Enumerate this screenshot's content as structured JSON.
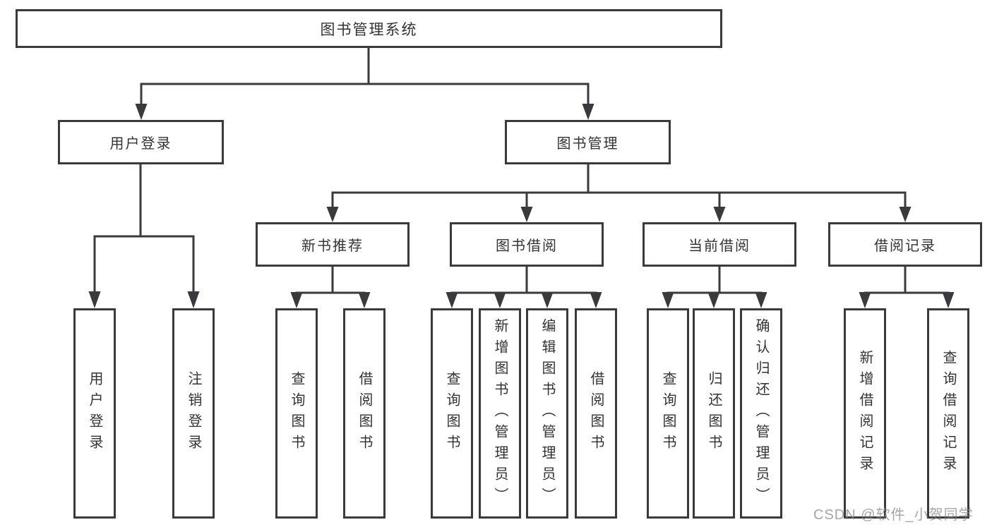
{
  "diagram": {
    "type": "org-tree",
    "colors": {
      "line": "#3a3a3e",
      "text": "#333336",
      "background": "#ffffff",
      "watermark": "#828284"
    }
  },
  "tree": {
    "root": {
      "label": "图书管理系统"
    },
    "level2": [
      {
        "label": "用户登录"
      },
      {
        "label": "图书管理"
      }
    ],
    "level3": [
      {
        "label": "新书推荐"
      },
      {
        "label": "图书借阅"
      },
      {
        "label": "当前借阅"
      },
      {
        "label": "借阅记录"
      }
    ],
    "level4": [
      {
        "label": "用户登录"
      },
      {
        "label": "注销登录"
      },
      {
        "label": "查询图书"
      },
      {
        "label": "借阅图书"
      },
      {
        "label": "查询图书"
      },
      {
        "label": "新增图书（管理员）"
      },
      {
        "label": "编辑图书（管理员）"
      },
      {
        "label": "借阅图书"
      },
      {
        "label": "查询图书"
      },
      {
        "label": "归还图书"
      },
      {
        "label": "确认归还（管理员）"
      },
      {
        "label": "新增借阅记录"
      },
      {
        "label": "查询借阅记录"
      }
    ]
  },
  "watermark": {
    "text": "CSDN @软件_小贺同学"
  }
}
